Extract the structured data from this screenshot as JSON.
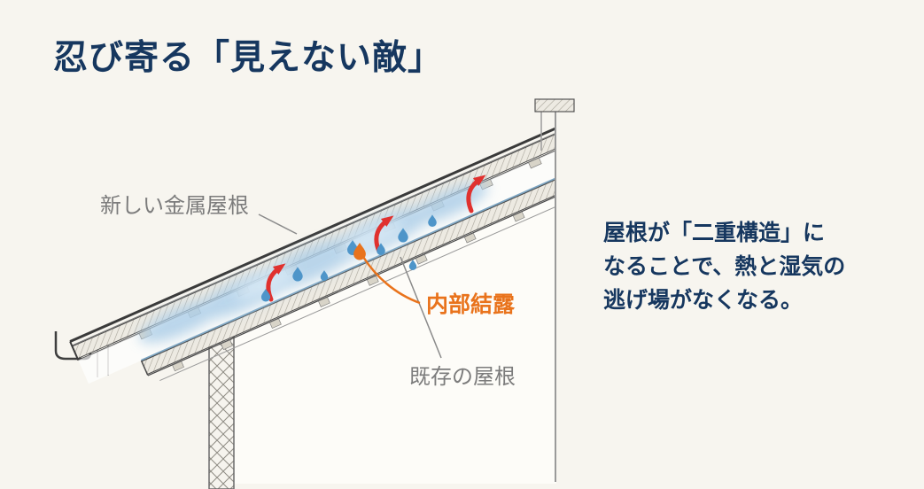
{
  "title": "忍び寄る「見えない敵」",
  "description": {
    "line1": "屋根が「二重構造」に",
    "line2": "なることで、熱と湿気の",
    "line3": "逃げ場がなくなる。"
  },
  "diagram": {
    "label_new_roof": "新しい金属屋根",
    "label_existing_roof": "既存の屋根",
    "label_condensation": "内部結露"
  },
  "colors": {
    "background": "#f7f5ef",
    "heading_navy": "#16375f",
    "accent_orange": "#e9731c",
    "arrow_red": "#e0312e",
    "droplet_blue": "#4e95c9",
    "mist_blue": "#aecfe8",
    "label_gray": "#7c7c7c",
    "line_dark": "#3f3f3f"
  }
}
